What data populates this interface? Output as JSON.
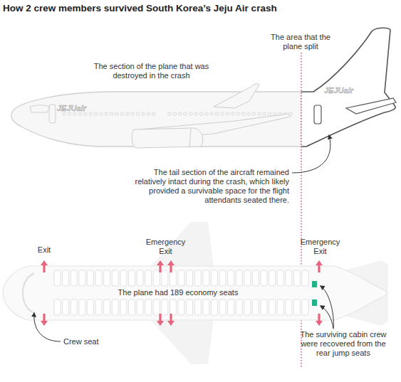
{
  "diagram": {
    "title": "How 2 crew members survived South Korea’s Jeju Air crash",
    "labels": [
      "The area that the plane split",
      "The section of the plane that was destroyed in the crash",
      "JEJUair",
      "JEJUair",
      "The tail section of the aircraft remained relatively intact during the crash, which likely provided a survivable space for the flight attendants seated there.",
      "Exit",
      "Emergency Exit",
      "Emergency Exit",
      "The plane had 189 economy seats",
      "Crew seat",
      "The surviving cabin crew were recovered from the rear jump seats"
    ]
  }
}
